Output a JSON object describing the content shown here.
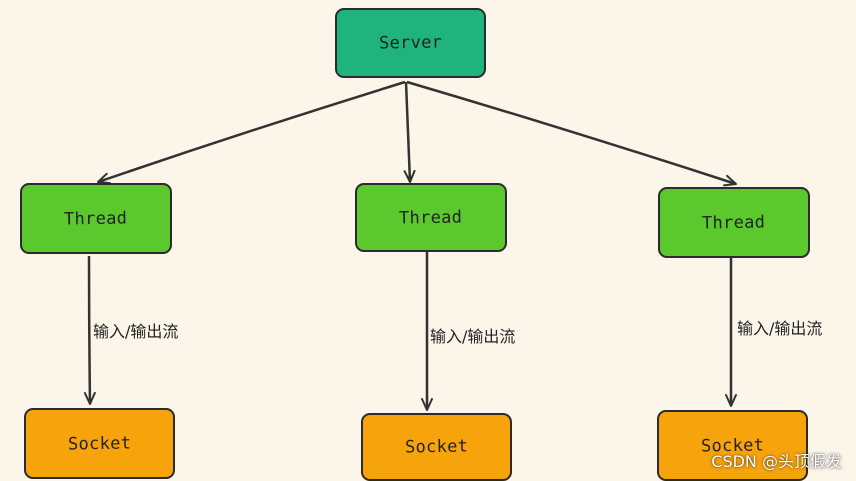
{
  "colors": {
    "background": "#fbf5ea",
    "server": "#1fb37f",
    "thread": "#5bc82e",
    "socket": "#f7a30c",
    "stroke": "#2b2b2b"
  },
  "nodes": {
    "server": {
      "label": "Server"
    },
    "threads": [
      {
        "label": "Thread"
      },
      {
        "label": "Thread"
      },
      {
        "label": "Thread"
      }
    ],
    "sockets": [
      {
        "label": "Socket"
      },
      {
        "label": "Socket"
      },
      {
        "label": "Socket"
      }
    ]
  },
  "edges": {
    "io_labels": [
      "输入/输出流",
      "输入/输出流",
      "输入/输出流"
    ]
  },
  "watermark": "CSDN @头顶假发"
}
